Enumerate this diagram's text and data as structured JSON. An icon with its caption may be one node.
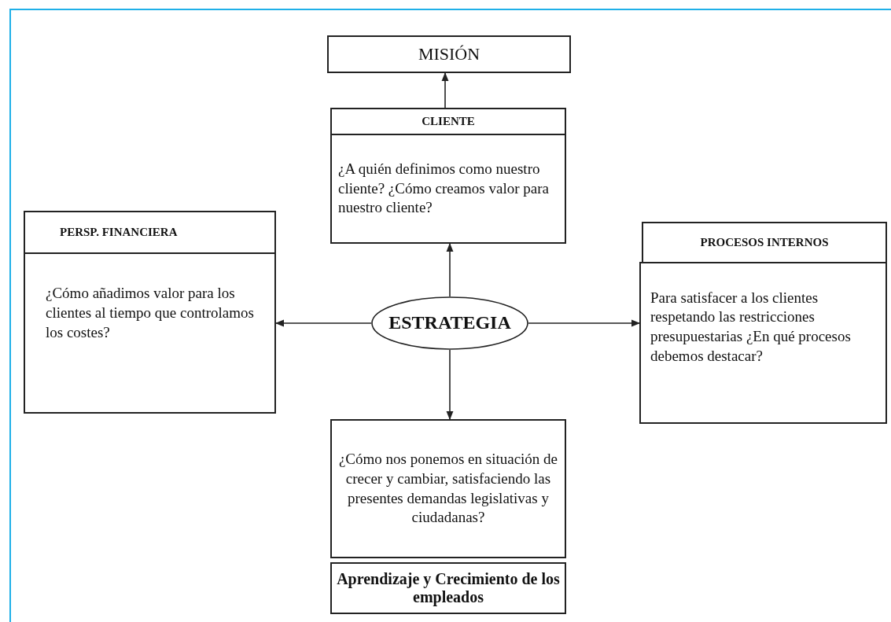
{
  "diagram": {
    "nodes": [
      {
        "text": [
          "MISIÓN"
        ]
      },
      {
        "text": [
          "CLIENTE",
          "¿A quién definimos como nuestro cliente? ¿Cómo creamos valor para nuestro cliente?"
        ]
      },
      {
        "text": [
          "PERSP. FINANCIERA",
          "¿Cómo añadimos valor para los clientes al tiempo que controlamos los costes?"
        ]
      },
      {
        "text": [
          "ESTRATEGIA"
        ]
      },
      {
        "text": [
          "PROCESOS INTERNOS",
          "Para satisfacer a los clientes respetando las restricciones presupuestarias ¿En qué procesos debemos destacar?"
        ]
      },
      {
        "text": [
          "¿Cómo nos ponemos en situación de crecer y cambiar, satisfaciendo las presentes demandas legislativas y ciudadanas?",
          "Aprendizaje y Crecimiento de los empleados"
        ]
      }
    ],
    "edges": [
      {
        "from": 1,
        "to": 0,
        "arrow": "to"
      },
      {
        "from": 3,
        "to": 1,
        "arrow": "to"
      },
      {
        "from": 3,
        "to": 2,
        "arrow": "to"
      },
      {
        "from": 3,
        "to": 4,
        "arrow": "to"
      },
      {
        "from": 3,
        "to": 5,
        "arrow": "to"
      }
    ]
  }
}
